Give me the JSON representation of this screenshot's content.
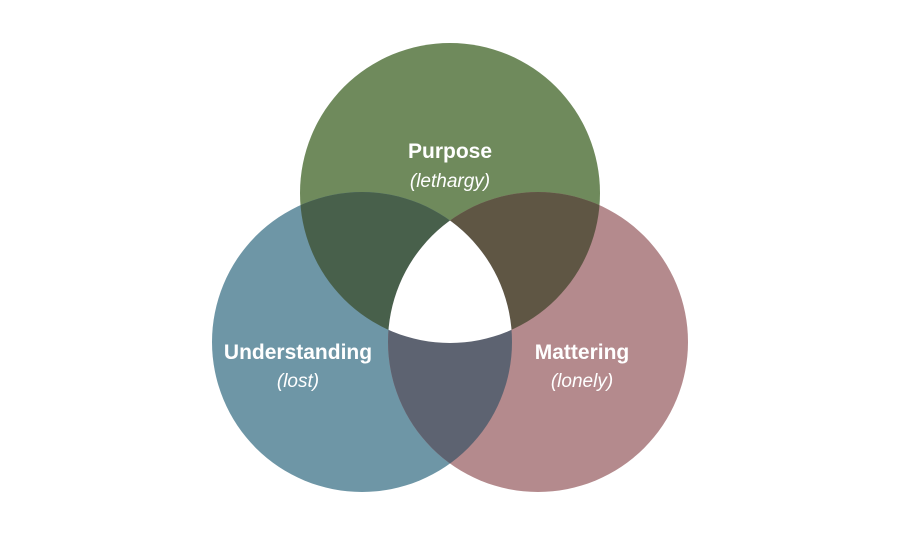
{
  "diagram": {
    "circles": [
      {
        "key": "purpose",
        "title": "Purpose",
        "subtitle": "(lethargy)",
        "color": "#6f8a5c"
      },
      {
        "key": "understanding",
        "title": "Understanding",
        "subtitle": "(lost)",
        "color": "#6e96a6"
      },
      {
        "key": "mattering",
        "title": "Mattering",
        "subtitle": "(lonely)",
        "color": "#b48a8d"
      }
    ],
    "overlap_colors": {
      "purpose_understanding": "#48604b",
      "purpose_mattering": "#5f5644",
      "understanding_mattering": "#5d6371"
    },
    "center_color": "#ffffff"
  }
}
